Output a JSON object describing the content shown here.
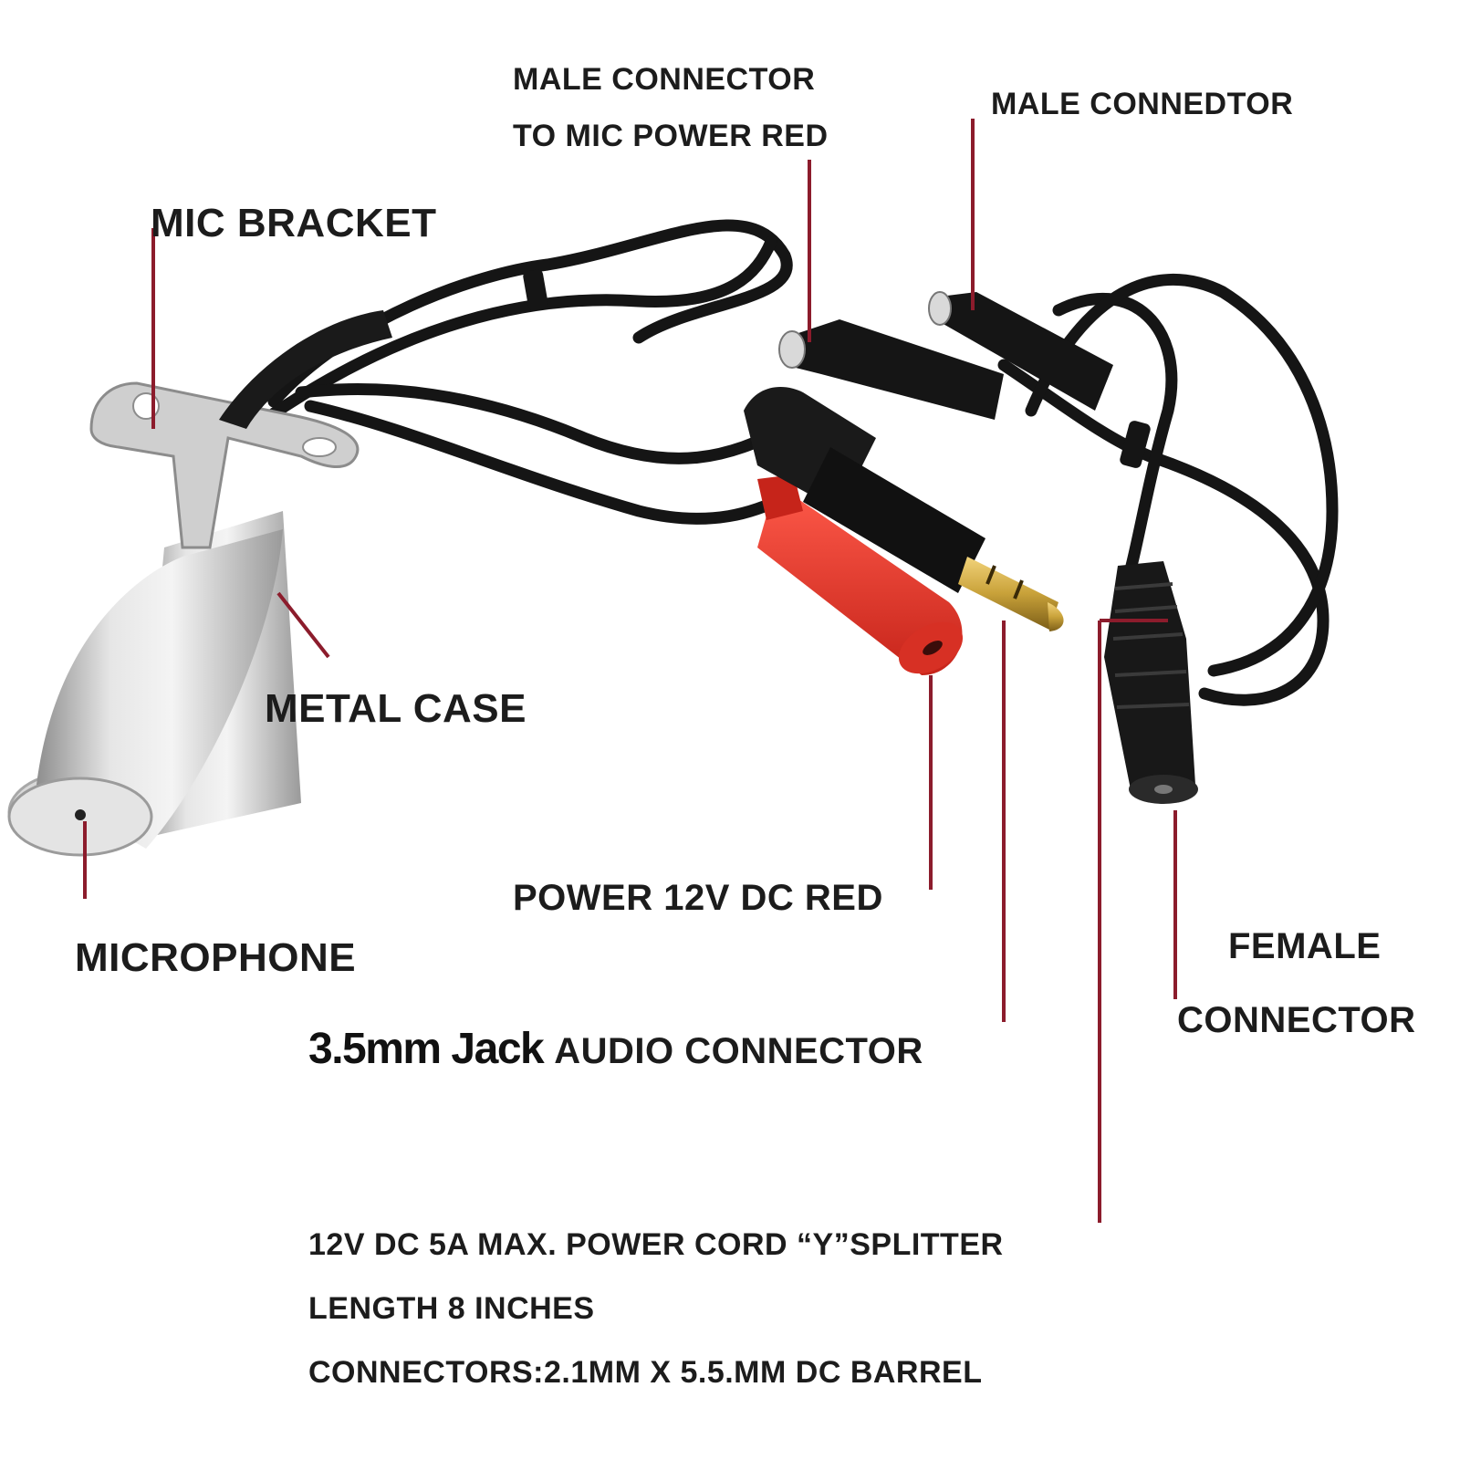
{
  "labels": {
    "mic_bracket": "MIC BRACKET",
    "male_connector_1_line1": "MALE CONNECTOR",
    "male_connector_1_line2": "TO MIC POWER RED",
    "male_connector_2": "MALE CONNEDTOR",
    "metal_case": "METAL CASE",
    "power_12v": "POWER 12V DC RED",
    "microphone": "MICROPHONE",
    "female_line1": "FEMALE",
    "female_line2": "CONNECTOR",
    "jack_prefix": "3.5mm Jack",
    "jack_suffix": "AUDIO CONNECTOR"
  },
  "specs": [
    "12V DC 5A MAX. POWER CORD “Y”SPLITTER",
    "LENGTH 8 INCHES",
    "CONNECTORS:2.1MM X 5.5.MM DC BARREL"
  ],
  "colors": {
    "leader_line": "#8c1c2c",
    "cable": "#151515",
    "red_connector": "#e8362c",
    "metal": "#c4c4c4",
    "gold": "#c9a23a"
  },
  "icons": [
    "microphone-icon",
    "mic-bracket-icon",
    "audio-jack-icon",
    "dc-barrel-connector-icon"
  ]
}
